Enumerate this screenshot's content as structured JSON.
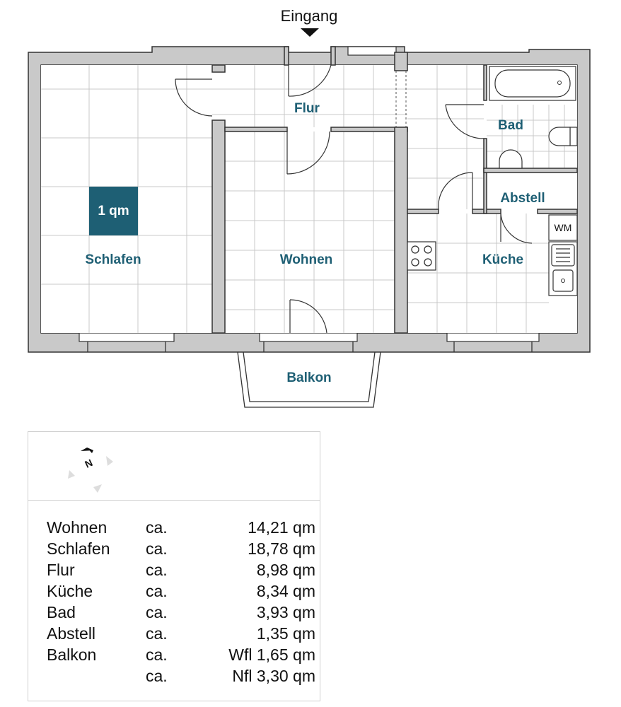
{
  "plan": {
    "entrance_label": "Eingang",
    "scale_marker": "1 qm",
    "rooms": {
      "schlafen": "Schlafen",
      "wohnen": "Wohnen",
      "flur": "Flur",
      "kueche": "Küche",
      "bad": "Bad",
      "abstell": "Abstell",
      "balkon": "Balkon"
    },
    "appliance_wm": "WM",
    "colors": {
      "accent": "#1e5f74",
      "wall": "#c9c9c9",
      "grid": "#c9c9c9"
    }
  },
  "compass": {
    "north_label": "N"
  },
  "areas": [
    {
      "name": "Wohnen",
      "approx": "ca.",
      "value": "14,21 qm"
    },
    {
      "name": "Schlafen",
      "approx": "ca.",
      "value": "18,78 qm"
    },
    {
      "name": "Flur",
      "approx": "ca.",
      "value": "8,98 qm"
    },
    {
      "name": "Küche",
      "approx": "ca.",
      "value": "8,34 qm"
    },
    {
      "name": "Bad",
      "approx": "ca.",
      "value": "3,93 qm"
    },
    {
      "name": "Abstell",
      "approx": "ca.",
      "value": "1,35 qm"
    },
    {
      "name": "Balkon",
      "approx": "ca.",
      "value": "Wfl 1,65 qm"
    },
    {
      "name": "",
      "approx": "ca.",
      "value": "Nfl 3,30 qm"
    }
  ]
}
